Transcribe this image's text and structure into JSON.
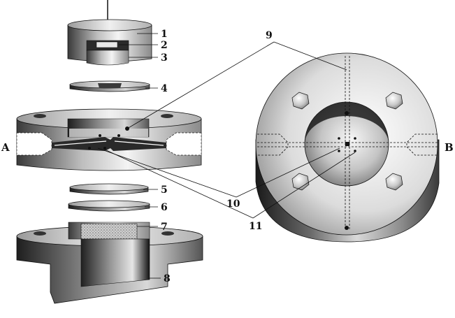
{
  "labels": {
    "n1": "1",
    "n2": "2",
    "n3": "3",
    "n4": "4",
    "n5": "5",
    "n6": "6",
    "n7": "7",
    "n8": "8",
    "n9": "9",
    "n10": "10",
    "n11": "11",
    "A": "A",
    "B": "B"
  },
  "colors": {
    "ink": "#111111",
    "light": "#f2f2f2",
    "mid": "#a8a8a8",
    "dark": "#2a2a2a"
  }
}
